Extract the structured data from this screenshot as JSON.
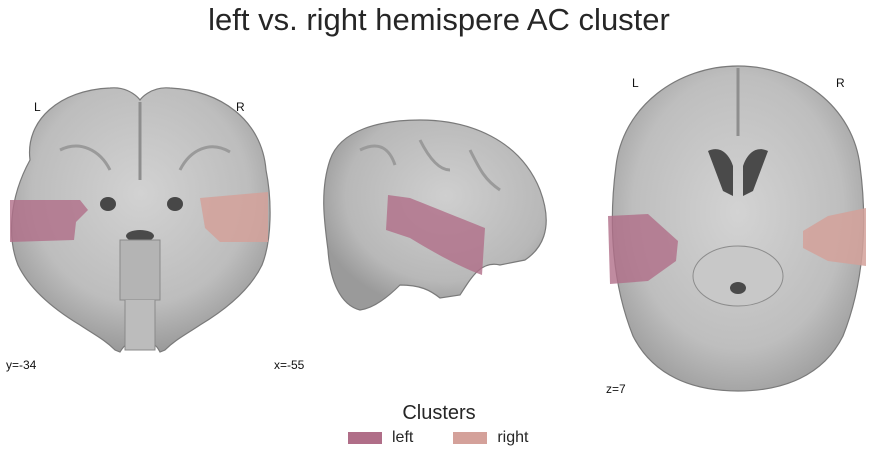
{
  "title": "left vs. right hemispere AC cluster",
  "views": {
    "coronal": {
      "coord": "y=-34",
      "left": "L",
      "right": "R"
    },
    "sagittal": {
      "coord": "x=-55"
    },
    "axial": {
      "coord": "z=7",
      "left": "L",
      "right": "R"
    }
  },
  "legend": {
    "title": "Clusters",
    "items": [
      {
        "label": "left",
        "color": "#b06e88"
      },
      {
        "label": "right",
        "color": "#d4a19a"
      }
    ]
  }
}
